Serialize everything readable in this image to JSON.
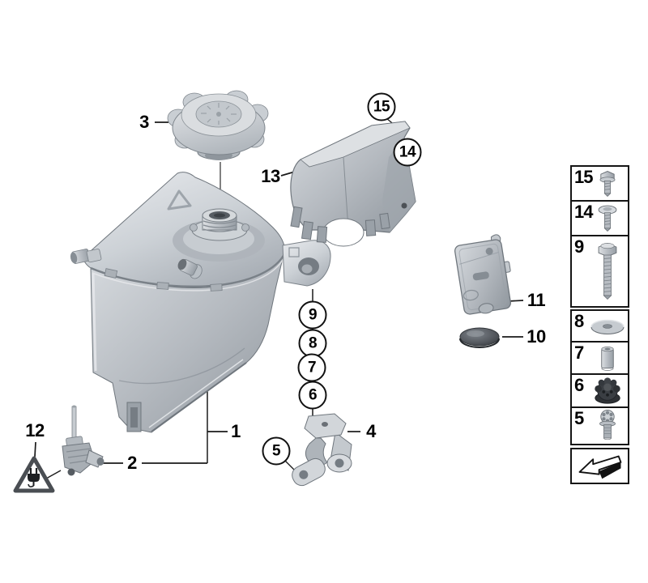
{
  "diagram_title": "coolant-expansion-tank-parts-diagram",
  "colors": {
    "background": "#ffffff",
    "line": "#1a1a1a",
    "part_light": "#dde0e3",
    "part_mid": "#bcc1c6",
    "part_dark": "#9199a0",
    "outline": "#6f767d",
    "rubber_dark": "#3a3e43"
  },
  "callouts": {
    "plain": [
      {
        "id": "3",
        "label": "3"
      },
      {
        "id": "13",
        "label": "13"
      },
      {
        "id": "1",
        "label": "1"
      },
      {
        "id": "2",
        "label": "2"
      },
      {
        "id": "4",
        "label": "4"
      },
      {
        "id": "12",
        "label": "12"
      },
      {
        "id": "11",
        "label": "11"
      },
      {
        "id": "10",
        "label": "10"
      }
    ],
    "circled": [
      {
        "id": "15",
        "label": "15"
      },
      {
        "id": "14",
        "label": "14"
      },
      {
        "id": "9",
        "label": "9"
      },
      {
        "id": "8",
        "label": "8"
      },
      {
        "id": "7",
        "label": "7"
      },
      {
        "id": "6",
        "label": "6"
      },
      {
        "id": "5",
        "label": "5"
      }
    ]
  },
  "legend": {
    "rows": [
      {
        "label": "15",
        "icon": "hex-bolt-short-icon"
      },
      {
        "label": "14",
        "icon": "flange-head-screw-icon"
      },
      {
        "label": "9",
        "icon": "hex-bolt-long-icon"
      },
      {
        "label": "8",
        "icon": "flat-washer-icon"
      },
      {
        "label": "7",
        "icon": "spacer-sleeve-icon"
      },
      {
        "label": "6",
        "icon": "rubber-mount-icon"
      },
      {
        "label": "5",
        "icon": "torx-screw-icon"
      },
      {
        "label": "",
        "icon": "direction-arrow-icon"
      }
    ]
  }
}
